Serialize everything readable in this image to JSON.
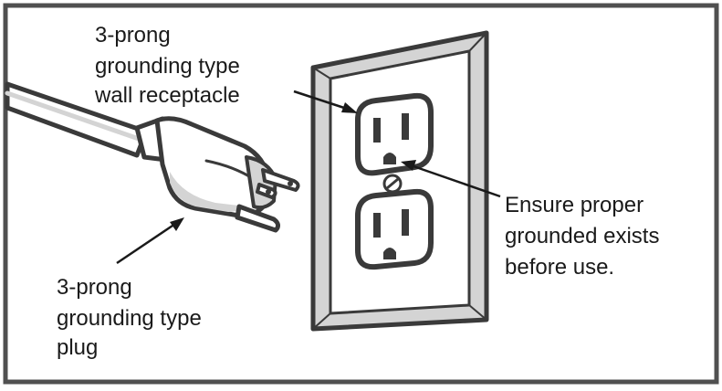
{
  "labels": {
    "receptacle": [
      "3-prong",
      "grounding type",
      "wall receptacle"
    ],
    "plug": [
      "3-prong",
      "grounding type",
      "plug"
    ],
    "note": [
      "Ensure proper",
      "grounded exists",
      "before use."
    ]
  },
  "colors": {
    "frame": "#505050",
    "outline": "#3a3a3a",
    "shading": "#d4d4d4",
    "slot": "#3a3a3a",
    "text": "#1a1a1a"
  }
}
